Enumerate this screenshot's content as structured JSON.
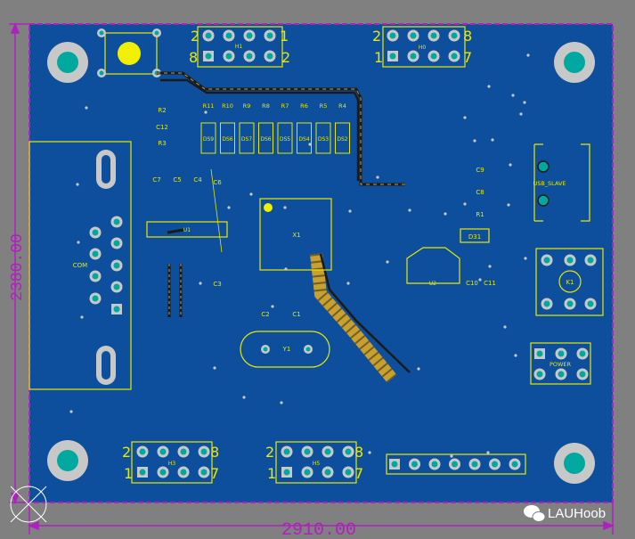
{
  "board": {
    "width_dim": "2910.00",
    "height_dim": "2380.00",
    "colors": {
      "background": "#808080",
      "board": "#0d4f9c",
      "outline": "#b020c0",
      "silk": "#e8e800",
      "pad": "#00a8a0",
      "trace_dark": "#1a1a1a",
      "trace_gold": "#c8a030",
      "via": "#9a9a9a"
    }
  },
  "header_h1": {
    "name": "H1",
    "left_num": "2",
    "right_num": "1",
    "left_bottom": "8",
    "right_bottom": "2"
  },
  "header_h0": {
    "name": "H0",
    "left_num": "2",
    "right_num": "8",
    "left_bottom": "1",
    "right_bottom": "7"
  },
  "header_h3": {
    "name": "H3",
    "left_num": "2",
    "right_num": "8",
    "left_bottom": "1",
    "right_bottom": "7"
  },
  "header_h5": {
    "name": "H5",
    "left_num": "2",
    "right_num": "8",
    "left_bottom": "1",
    "right_bottom": "7"
  },
  "resistors": [
    "R11",
    "R10",
    "R9",
    "R8",
    "R7",
    "R6",
    "R5",
    "R4"
  ],
  "leds": [
    "DS9",
    "DS6",
    "DS7",
    "DS6",
    "DS5",
    "DS4",
    "DS3",
    "DS2"
  ],
  "labels": {
    "r2": "R2",
    "c12": "C12",
    "r3": "R3",
    "c7": "C7",
    "c5": "C5",
    "c4": "C4",
    "c6": "C6",
    "u1": "U1",
    "c3": "C3",
    "com": "COM",
    "x1": "X1",
    "c2": "C2",
    "c1": "C1",
    "y1": "Y1",
    "c9": "C9",
    "c8": "C8",
    "r1": "R1",
    "d31": "D31",
    "u2": "U2",
    "c10": "C10",
    "c11": "C11",
    "usb": "USB_SLAVE",
    "k1": "K1",
    "power": "POWER"
  },
  "watermark": {
    "text": "LAUHoob",
    "icon": "wechat-icon"
  }
}
